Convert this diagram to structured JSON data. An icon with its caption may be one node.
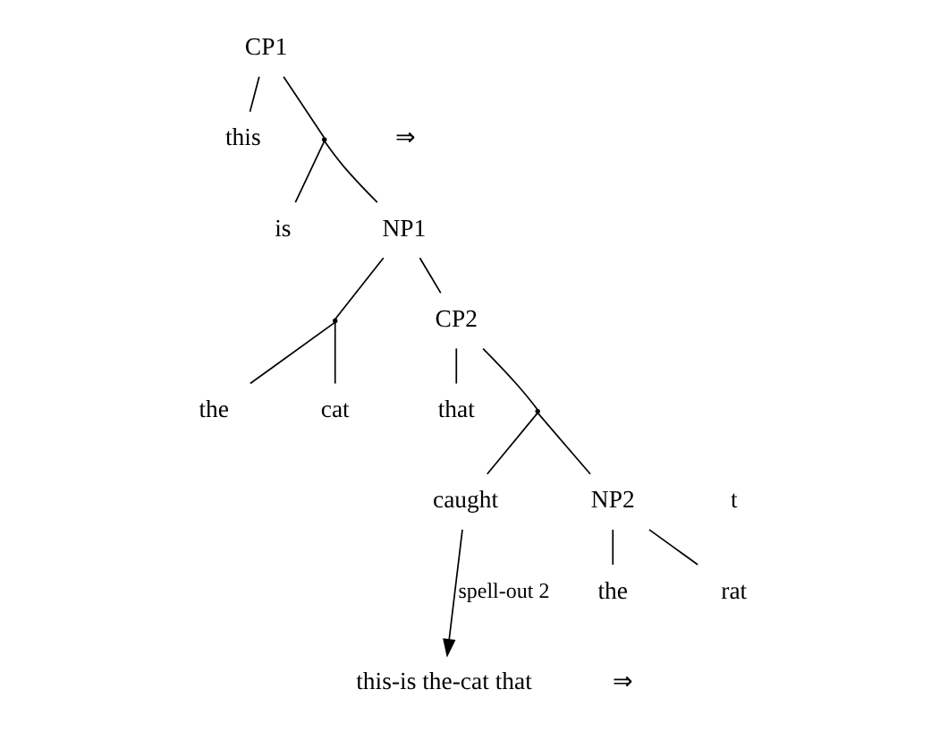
{
  "diagram": {
    "nodes": [
      {
        "text": [
          "CP1"
        ]
      },
      {
        "text": [
          "this"
        ]
      },
      {
        "text": [],
        "shape": "point"
      },
      {
        "text": [
          "is"
        ]
      },
      {
        "text": [
          "NP1"
        ]
      },
      {
        "text": [],
        "shape": "point"
      },
      {
        "text": [
          "the"
        ]
      },
      {
        "text": [
          "cat"
        ]
      },
      {
        "text": [
          "CP2"
        ]
      },
      {
        "text": [
          "that"
        ]
      },
      {
        "text": [],
        "shape": "point"
      },
      {
        "text": [
          "caught"
        ]
      },
      {
        "text": [
          "NP2"
        ]
      },
      {
        "text": [
          "the"
        ]
      },
      {
        "text": [
          "rat"
        ]
      },
      {
        "text": [
          "this-is the-cat that"
        ]
      }
    ],
    "edges": [
      {
        "from": 0,
        "to": 1,
        "arrow": "none"
      },
      {
        "from": 0,
        "to": 2,
        "arrow": "none"
      },
      {
        "from": 2,
        "to": 3,
        "arrow": "none"
      },
      {
        "from": 2,
        "to": 4,
        "arrow": "none"
      },
      {
        "from": 4,
        "to": 5,
        "arrow": "none"
      },
      {
        "from": 4,
        "to": 8,
        "arrow": "none"
      },
      {
        "from": 5,
        "to": 6,
        "arrow": "none"
      },
      {
        "from": 5,
        "to": 7,
        "arrow": "none"
      },
      {
        "from": 8,
        "to": 9,
        "arrow": "none"
      },
      {
        "from": 8,
        "to": 10,
        "arrow": "none"
      },
      {
        "from": 10,
        "to": 11,
        "arrow": "none"
      },
      {
        "from": 10,
        "to": 12,
        "arrow": "none"
      },
      {
        "from": 12,
        "to": 13,
        "arrow": "none"
      },
      {
        "from": 12,
        "to": 14,
        "arrow": "none"
      },
      {
        "from": 11,
        "to": 15,
        "arrow": "to",
        "label": "spell-out 2"
      }
    ],
    "labels": [
      "⇒",
      "t",
      "⇒"
    ]
  }
}
